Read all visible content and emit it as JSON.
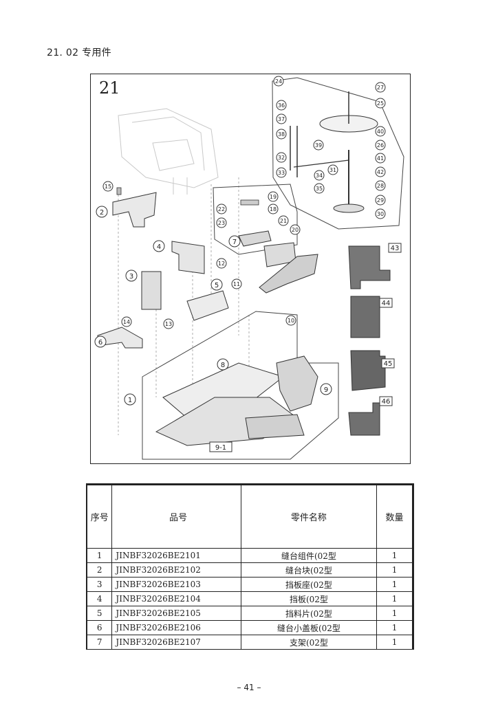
{
  "heading": "21. 02 专用件",
  "figure": {
    "number": "21",
    "callouts": {
      "c1": "1",
      "c2": "2",
      "c3": "3",
      "c4": "4",
      "c5": "5",
      "c6": "6",
      "c7": "7",
      "c8": "8",
      "c9": "9",
      "c91": "9-1",
      "c10": "10",
      "c11": "11",
      "c12": "12",
      "c13": "13",
      "c14": "14",
      "c15": "15",
      "c18": "18",
      "c19": "19",
      "c20": "20",
      "c21": "21",
      "c22": "22",
      "c23": "23",
      "c24": "24",
      "c25": "25",
      "c26": "26",
      "c27": "27",
      "c28": "28",
      "c29": "29",
      "c30": "30",
      "c31": "31",
      "c32": "32",
      "c33": "33",
      "c34": "34",
      "c35": "35",
      "c36": "36",
      "c37": "37",
      "c38": "38",
      "c39": "39",
      "c40": "40",
      "c41": "41",
      "c42": "42",
      "c43": "43",
      "c44": "44",
      "c45": "45",
      "c46": "46"
    }
  },
  "table": {
    "headers": {
      "no": "序号",
      "part": "品号",
      "name": "零件名称",
      "qty": "数量"
    },
    "rows": [
      {
        "no": "1",
        "part": "JINBF32026BE2101",
        "name": "缝台组件(02型",
        "qty": "1"
      },
      {
        "no": "2",
        "part": "JINBF32026BE2102",
        "name": "缝台块(02型",
        "qty": "1"
      },
      {
        "no": "3",
        "part": "JINBF32026BE2103",
        "name": "挡板座(02型",
        "qty": "1"
      },
      {
        "no": "4",
        "part": "JINBF32026BE2104",
        "name": "挡板(02型",
        "qty": "1"
      },
      {
        "no": "5",
        "part": "JINBF32026BE2105",
        "name": "挡料片(02型",
        "qty": "1"
      },
      {
        "no": "6",
        "part": "JINBF32026BE2106",
        "name": "缝台小盖板(02型",
        "qty": "1"
      },
      {
        "no": "7",
        "part": "JINBF32026BE2107",
        "name": "支架(02型",
        "qty": "1"
      }
    ]
  },
  "page_number": "– 41 –"
}
